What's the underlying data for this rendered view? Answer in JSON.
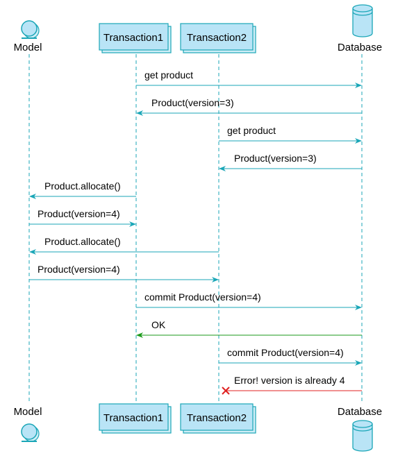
{
  "participants": {
    "model": {
      "label": "Model",
      "icon": "entity-icon"
    },
    "transaction1": {
      "label": "Transaction1"
    },
    "transaction2": {
      "label": "Transaction2"
    },
    "database": {
      "label": "Database",
      "icon": "database-icon"
    }
  },
  "messages": [
    {
      "from": "transaction1",
      "to": "database",
      "label": "get product",
      "status": "normal"
    },
    {
      "from": "database",
      "to": "transaction1",
      "label": "Product(version=3)",
      "status": "normal"
    },
    {
      "from": "transaction2",
      "to": "database",
      "label": "get product",
      "status": "normal"
    },
    {
      "from": "database",
      "to": "transaction2",
      "label": "Product(version=3)",
      "status": "normal"
    },
    {
      "from": "transaction1",
      "to": "model",
      "label": "Product.allocate()",
      "status": "normal"
    },
    {
      "from": "model",
      "to": "transaction1",
      "label": "Product(version=4)",
      "status": "normal"
    },
    {
      "from": "transaction2",
      "to": "model",
      "label": "Product.allocate()",
      "status": "normal"
    },
    {
      "from": "model",
      "to": "transaction2",
      "label": "Product(version=4)",
      "status": "normal"
    },
    {
      "from": "transaction1",
      "to": "database",
      "label": "commit Product(version=4)",
      "status": "normal"
    },
    {
      "from": "database",
      "to": "transaction1",
      "label": "OK",
      "status": "success"
    },
    {
      "from": "transaction2",
      "to": "database",
      "label": "commit Product(version=4)",
      "status": "normal"
    },
    {
      "from": "database",
      "to": "transaction2",
      "label": "Error! version is already 4",
      "status": "error"
    }
  ],
  "colors": {
    "line": "#1aa6b7",
    "box_fill": "#b9e4f6",
    "success": "#1a9a1a",
    "error": "#e02020"
  }
}
